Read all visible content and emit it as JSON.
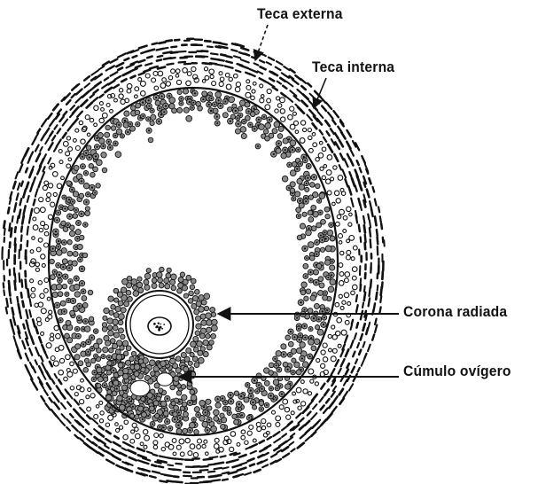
{
  "labels": {
    "teca_externa": "Teca externa",
    "teca_interna": "Teca interna",
    "corona_radiada": "Corona radiada",
    "cumulo_oviger": "Cúmulo ovígero"
  },
  "colors": {
    "ink": "#111111",
    "background": "#ffffff",
    "cell_fill": "#8a8a8a"
  },
  "icons": {
    "arrow": "arrow-icon"
  }
}
